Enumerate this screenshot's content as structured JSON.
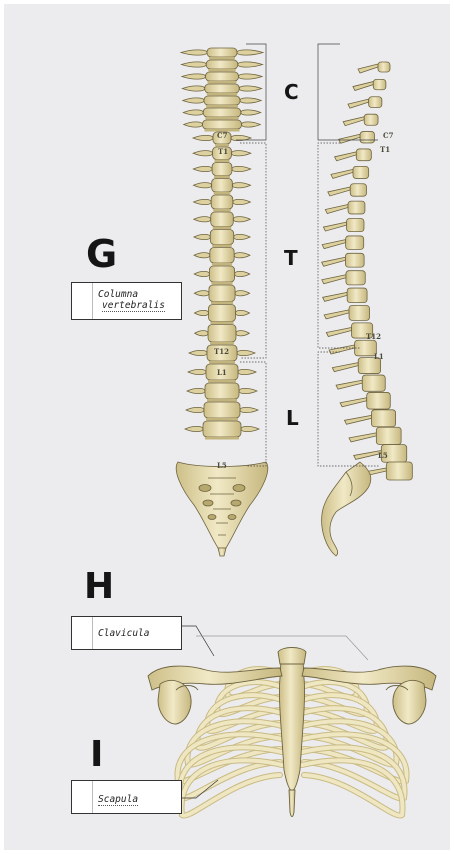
{
  "letters": {
    "g": "G",
    "h": "H",
    "i": "I"
  },
  "segments": {
    "cervical": "C",
    "thoracic": "T",
    "lumbar": "L"
  },
  "labels": {
    "columna_line1": "Columna",
    "columna_line2": "vertebralis",
    "clavicula": "Clavicula",
    "scapula": "Scapula"
  },
  "vertebra_labels": {
    "c7": "C7",
    "t1": "T1",
    "t12": "T12",
    "l1": "L1",
    "l5": "L5"
  },
  "colors": {
    "bone": "#e6dcb0",
    "bone_shade": "#c9bb84",
    "outline": "#6e6440",
    "background": "#ececee"
  }
}
